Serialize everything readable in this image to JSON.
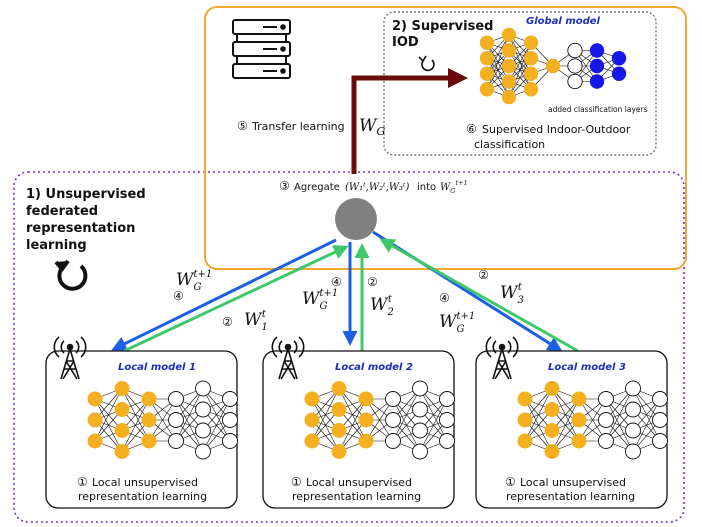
{
  "colors": {
    "orange_box": "#f0a830",
    "purple_dotted": "#7a2fd6",
    "gray_dotted": "#777777",
    "node_orange": "#f5b021",
    "node_blue": "#1717e6",
    "arrow_blue": "#1a5fe6",
    "arrow_green": "#3fc86a",
    "arrow_darkred": "#6b0a0a",
    "aggregator": "#808080"
  },
  "unsupervised": {
    "title_lines": [
      "1) Unsupervised",
      "federated",
      "representation",
      "learning"
    ],
    "cycle_icon": "refresh-cycle-icon"
  },
  "supervised": {
    "title_lines": [
      "2) Supervised",
      "IOD"
    ],
    "cycle_icon": "refresh-cycle-icon"
  },
  "global_model": {
    "title": "Global model",
    "added_layers": "added classification layers",
    "caption_num": "⑥",
    "caption_lines": [
      "Supervised Indoor-Outdoor",
      "classification"
    ]
  },
  "transfer": {
    "num": "⑤",
    "text": "Transfer learning",
    "weight": "W",
    "weight_sub": "G"
  },
  "aggregate": {
    "num": "③",
    "text": "Agregate",
    "formula": "(W₁ᵗ,W₂ᵗ,W₃ᵗ)",
    "into": "into",
    "target": "W",
    "target_sub": "G",
    "target_sup": "t+1"
  },
  "server_icon": "server-icon",
  "local_models": [
    {
      "title": "Local model 1",
      "caption_num": "①",
      "caption_lines": [
        "Local unsupervised",
        "representation learning"
      ]
    },
    {
      "title": "Local model 2",
      "caption_num": "①",
      "caption_lines": [
        "Local unsupervised",
        "representation learning"
      ]
    },
    {
      "title": "Local model 3",
      "caption_num": "①",
      "caption_lines": [
        "Local unsupervised",
        "representation learning"
      ]
    }
  ],
  "antenna_icon": "antenna-tower-icon",
  "edges": {
    "down_num": "④",
    "up_num": "②",
    "w": "W",
    "g_sub": "G",
    "t_sup": "t",
    "tp1_sup": "t+1",
    "local_subs": [
      "1",
      "2",
      "3"
    ]
  }
}
